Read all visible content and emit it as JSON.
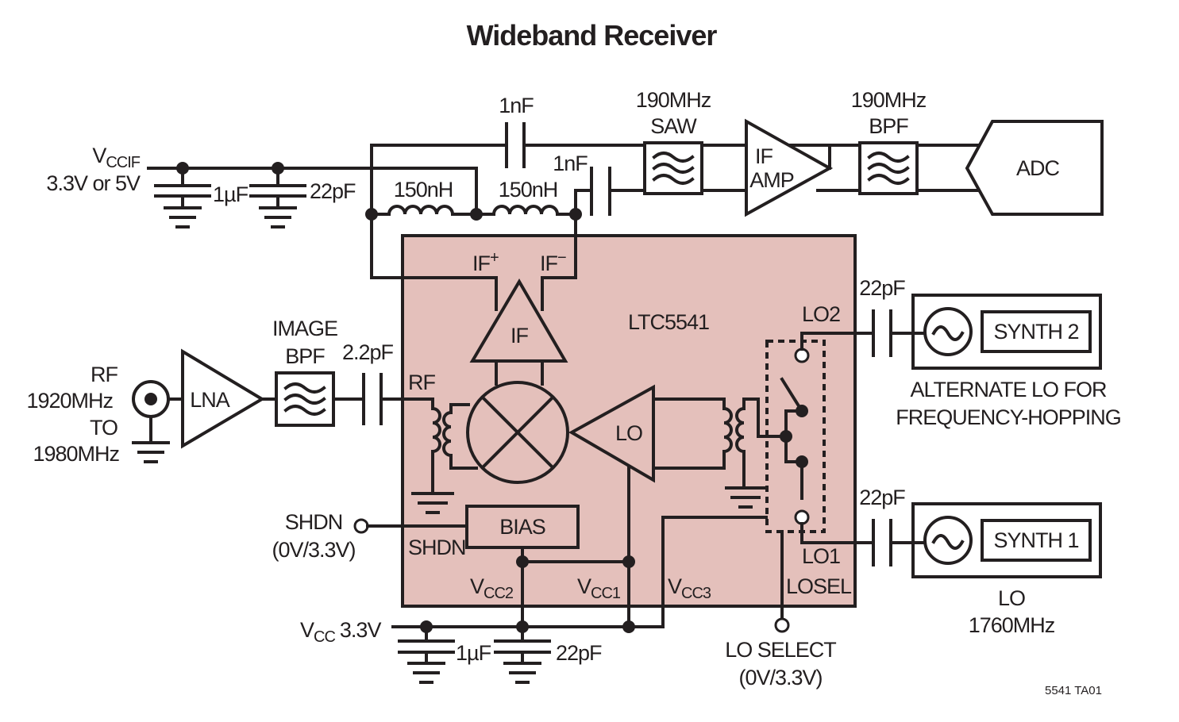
{
  "title": "Wideband Receiver",
  "colors": {
    "chip_fill": "#e4c0bb",
    "line": "#231f20"
  },
  "labels": {
    "vccif_main": "V",
    "vccif_sub": "CCIF",
    "vccif_voltage": "3.3V or 5V",
    "c_1uf_top": "1µF",
    "c_22pf_top": "22pF",
    "l1": "150nH",
    "l2": "150nH",
    "c_1nf_a": "1nF",
    "c_1nf_b": "1nF",
    "saw_1": "190MHz",
    "saw_2": "SAW",
    "ifamp_1": "IF",
    "ifamp_2": "AMP",
    "bpf_1": "190MHz",
    "bpf_2": "BPF",
    "adc": "ADC",
    "ifp_main": "IF",
    "ifp_sup": "+",
    "ifm_main": "IF",
    "ifm_sup": "−",
    "chip": "LTC5541",
    "if_block": "IF",
    "lo_block": "LO",
    "bias": "BIAS",
    "rf_pin": "RF",
    "lo2": "LO2",
    "lo1": "LO1",
    "losel": "LOSEL",
    "shdn_pin": "SHDN",
    "vcc2_main": "V",
    "vcc2_sub": "CC2",
    "vcc1_main": "V",
    "vcc1_sub": "CC1",
    "vcc3_main": "V",
    "vcc3_sub": "CC3",
    "image_1": "IMAGE",
    "image_2": "BPF",
    "c_2p2": "2.2pF",
    "rf_1": "RF",
    "rf_2": "1920MHz",
    "rf_3": "TO",
    "rf_4": "1980MHz",
    "lna": "LNA",
    "shdn_1": "SHDN",
    "shdn_2": "(0V/3.3V)",
    "vcc_main": "V",
    "vcc_sub": "CC",
    "vcc_voltage": "3.3V",
    "c_1uf_bot": "1µF",
    "c_22pf_bot": "22pF",
    "losel_1": "LO SELECT",
    "losel_2": "(0V/3.3V)",
    "c_22pf_lo2": "22pF",
    "c_22pf_lo1": "22pF",
    "synth2": "SYNTH 2",
    "synth1": "SYNTH 1",
    "alt_1": "ALTERNATE LO FOR",
    "alt_2": "FREQUENCY-HOPPING",
    "lo_1": "LO",
    "lo_2": "1760MHz",
    "fig_id": "5541 TA01"
  }
}
